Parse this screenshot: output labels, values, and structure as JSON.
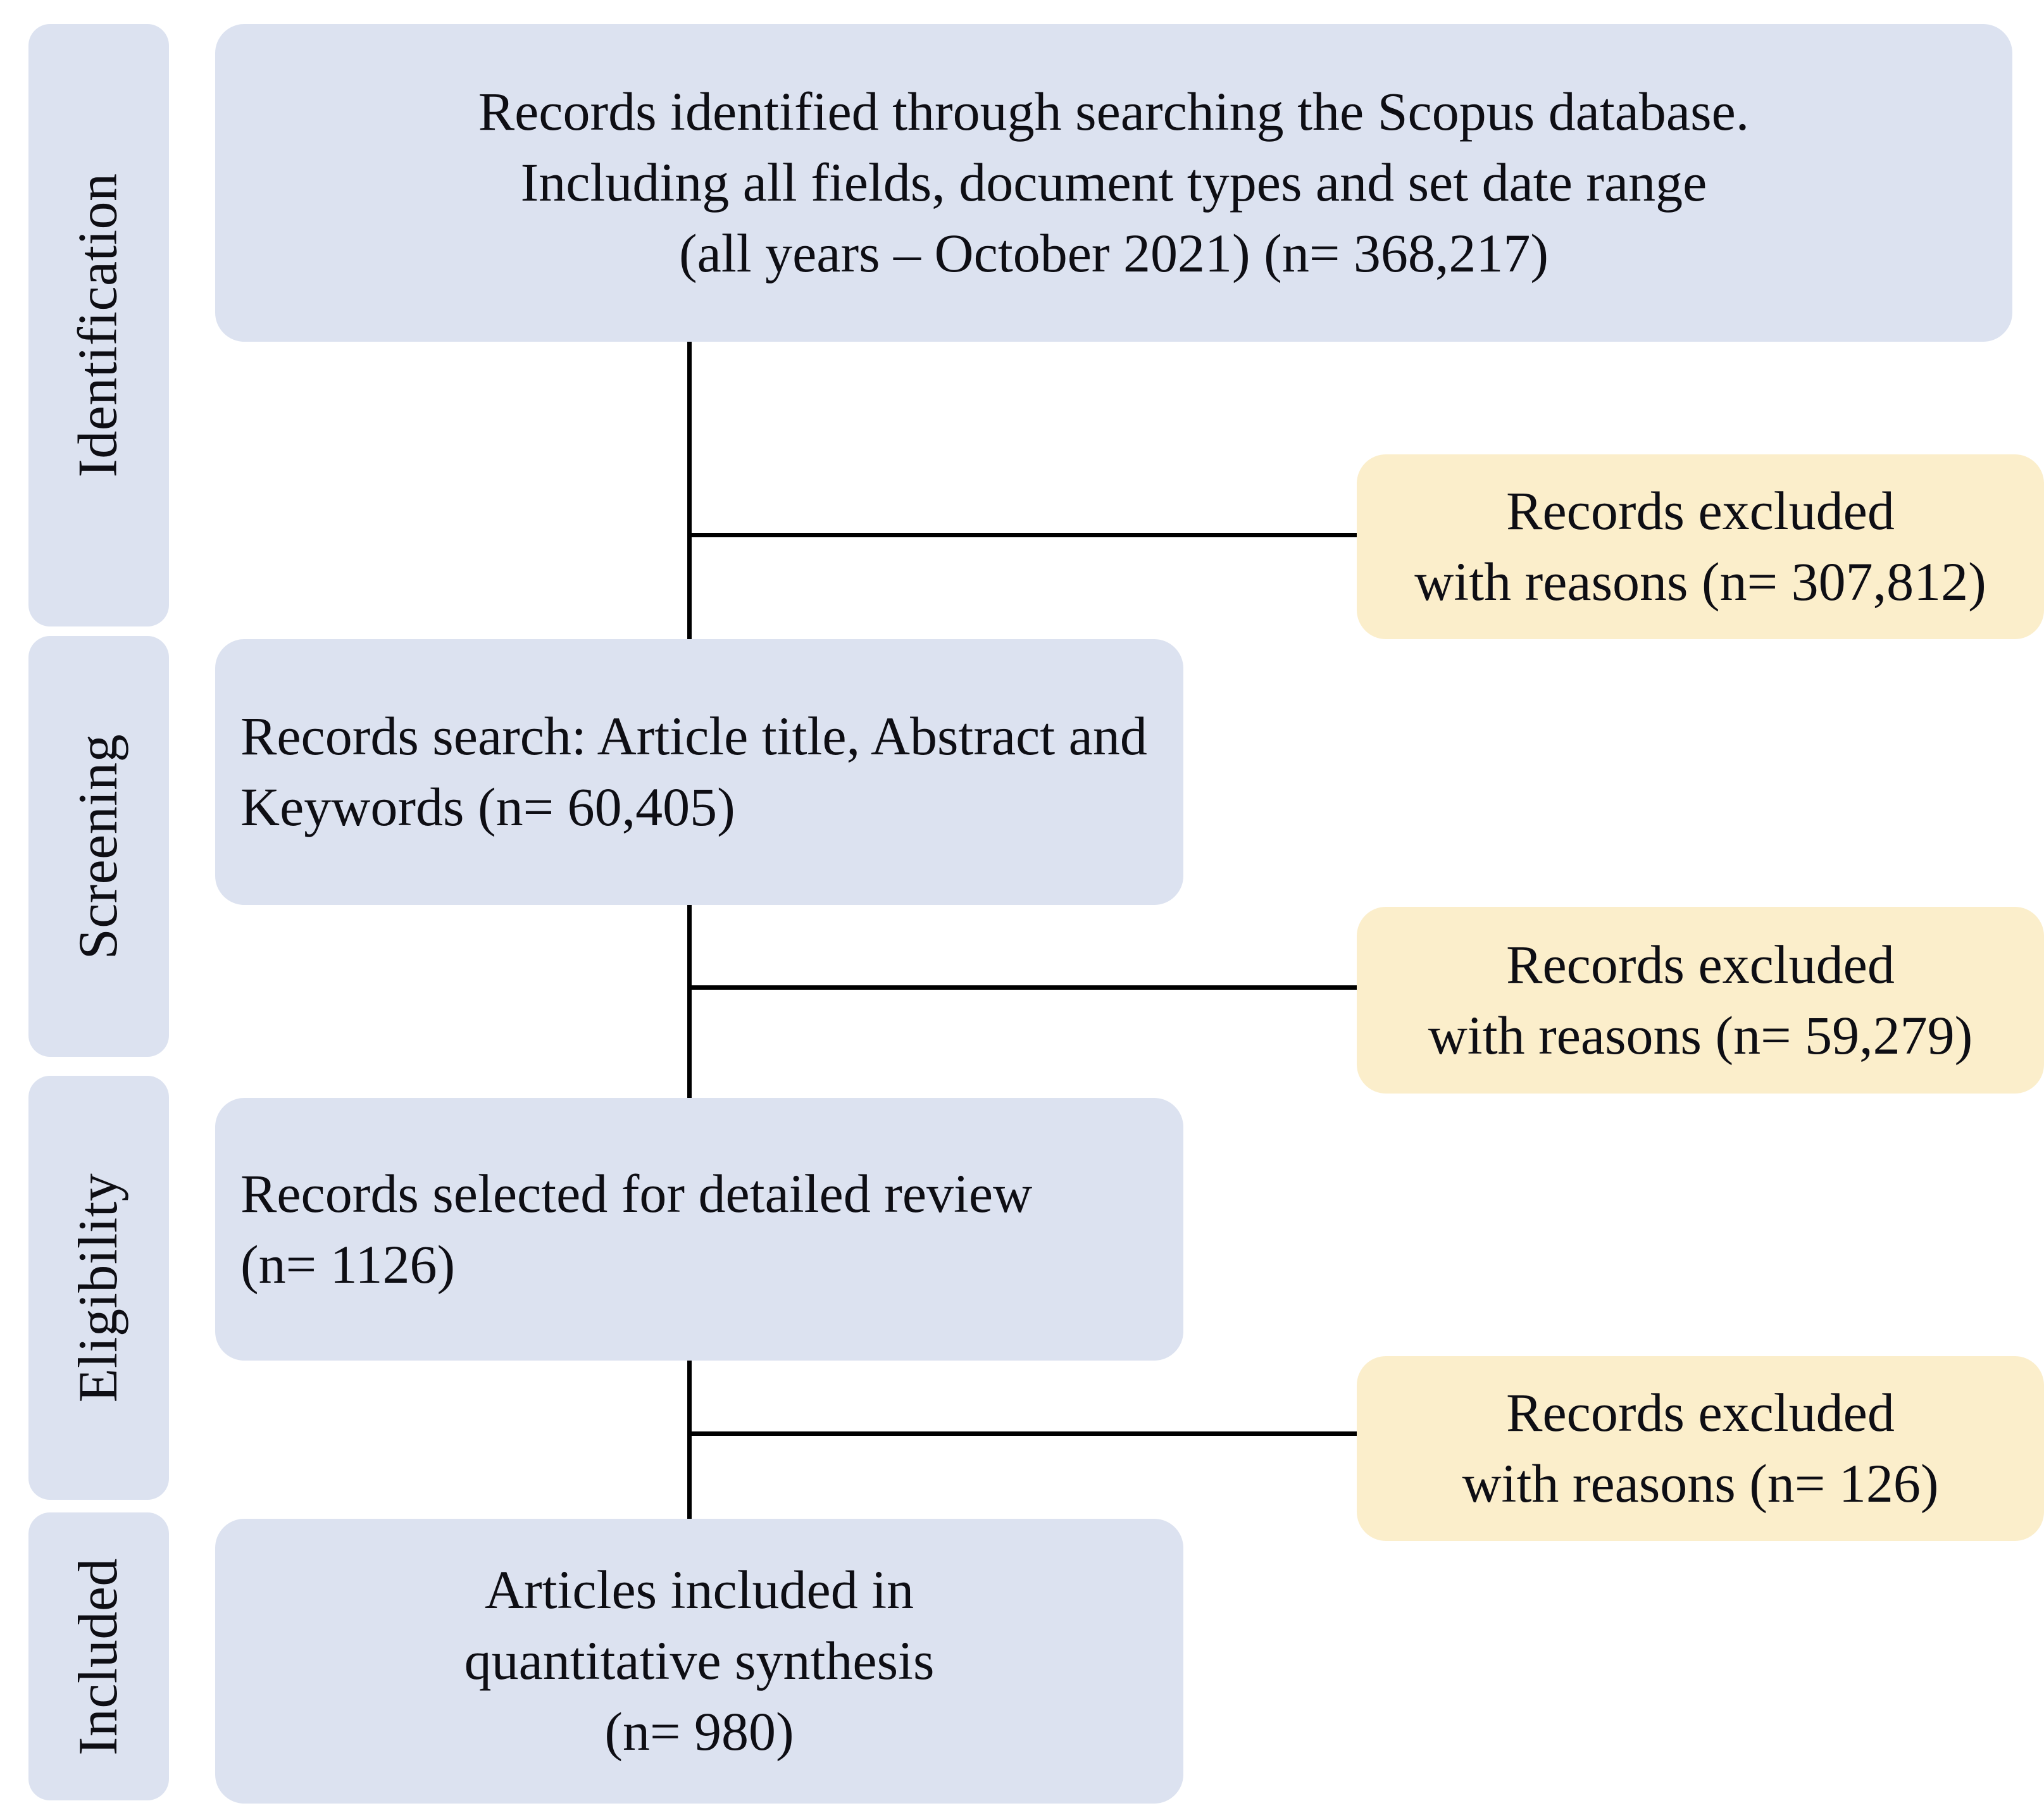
{
  "diagram": {
    "title": "PRISMA flow diagram of record identification, screening, eligibility and inclusion",
    "colors": {
      "box_blue": "#dce2f0",
      "box_yellow": "#fbeecb",
      "connector": "#000000",
      "text": "#0e0e14",
      "background": "#ffffff"
    }
  },
  "stages": [
    {
      "id": "identification",
      "label": "Identification"
    },
    {
      "id": "screening",
      "label": "Screening"
    },
    {
      "id": "eligibility",
      "label": "Eligibility"
    },
    {
      "id": "included",
      "label": "Included"
    }
  ],
  "flow_boxes": [
    {
      "id": "records-identified",
      "kind": "blue",
      "align": "center",
      "text": "Records identified through searching the Scopus database.\nIncluding all fields, document types and set date range\n(all years – October 2021) (n= 368,217)",
      "n": 368217
    },
    {
      "id": "records-search",
      "kind": "blue",
      "align": "left",
      "text": "Records search: Article title, Abstract and\nKeywords (n= 60,405)",
      "n": 60405
    },
    {
      "id": "records-selected",
      "kind": "blue",
      "align": "left",
      "text": "Records selected for detailed review\n(n= 1126)",
      "n": 1126
    },
    {
      "id": "articles-included",
      "kind": "blue",
      "align": "center",
      "text": "Articles included in\nquantitative synthesis\n(n= 980)",
      "n": 980
    }
  ],
  "exclusion_boxes": [
    {
      "id": "excluded-1",
      "kind": "yellow",
      "align": "center",
      "text": "Records excluded\nwith reasons (n= 307,812)",
      "n": 307812
    },
    {
      "id": "excluded-2",
      "kind": "yellow",
      "align": "center",
      "text": "Records excluded\nwith reasons (n= 59,279)",
      "n": 59279
    },
    {
      "id": "excluded-3",
      "kind": "yellow",
      "align": "center",
      "text": "Records excluded\nwith reasons (n= 126)",
      "n": 126
    }
  ]
}
